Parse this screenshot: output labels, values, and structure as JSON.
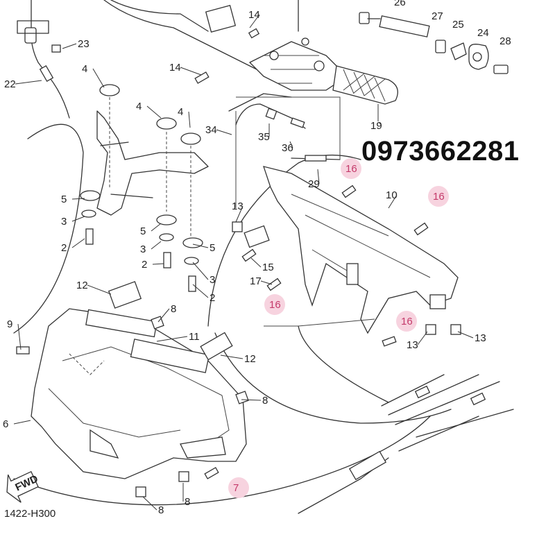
{
  "phone_number": "0973662281",
  "diagram_code": "1422-H300",
  "fwd_label": "FWD",
  "colors": {
    "highlight": "#f7d3df",
    "highlight_text": "#c43a6a",
    "ink": "#333333"
  },
  "callouts": [
    {
      "text": "23",
      "highlighted": false
    },
    {
      "text": "22",
      "highlighted": false
    },
    {
      "text": "4",
      "highlighted": false
    },
    {
      "text": "14",
      "highlighted": false
    },
    {
      "text": "14",
      "highlighted": false
    },
    {
      "text": "4",
      "highlighted": false
    },
    {
      "text": "4",
      "highlighted": false
    },
    {
      "text": "34",
      "highlighted": false
    },
    {
      "text": "35",
      "highlighted": false
    },
    {
      "text": "36",
      "highlighted": false
    },
    {
      "text": "29",
      "highlighted": false
    },
    {
      "text": "16",
      "highlighted": true
    },
    {
      "text": "10",
      "highlighted": false
    },
    {
      "text": "16",
      "highlighted": true
    },
    {
      "text": "13",
      "highlighted": false
    },
    {
      "text": "5",
      "highlighted": false
    },
    {
      "text": "3",
      "highlighted": false
    },
    {
      "text": "2",
      "highlighted": false
    },
    {
      "text": "5",
      "highlighted": false
    },
    {
      "text": "3",
      "highlighted": false
    },
    {
      "text": "2",
      "highlighted": false
    },
    {
      "text": "5",
      "highlighted": false
    },
    {
      "text": "3",
      "highlighted": false
    },
    {
      "text": "2",
      "highlighted": false
    },
    {
      "text": "15",
      "highlighted": false
    },
    {
      "text": "17",
      "highlighted": false
    },
    {
      "text": "16",
      "highlighted": true
    },
    {
      "text": "16",
      "highlighted": true
    },
    {
      "text": "13",
      "highlighted": false
    },
    {
      "text": "13",
      "highlighted": false
    },
    {
      "text": "12",
      "highlighted": false
    },
    {
      "text": "8",
      "highlighted": false
    },
    {
      "text": "11",
      "highlighted": false
    },
    {
      "text": "12",
      "highlighted": false
    },
    {
      "text": "9",
      "highlighted": false
    },
    {
      "text": "8",
      "highlighted": false
    },
    {
      "text": "6",
      "highlighted": false
    },
    {
      "text": "7",
      "highlighted": true
    },
    {
      "text": "8",
      "highlighted": false
    },
    {
      "text": "8",
      "highlighted": false
    },
    {
      "text": "27",
      "highlighted": false
    },
    {
      "text": "25",
      "highlighted": false
    },
    {
      "text": "24",
      "highlighted": false
    },
    {
      "text": "28",
      "highlighted": false
    },
    {
      "text": "19",
      "highlighted": false
    },
    {
      "text": "26",
      "highlighted": false
    }
  ]
}
